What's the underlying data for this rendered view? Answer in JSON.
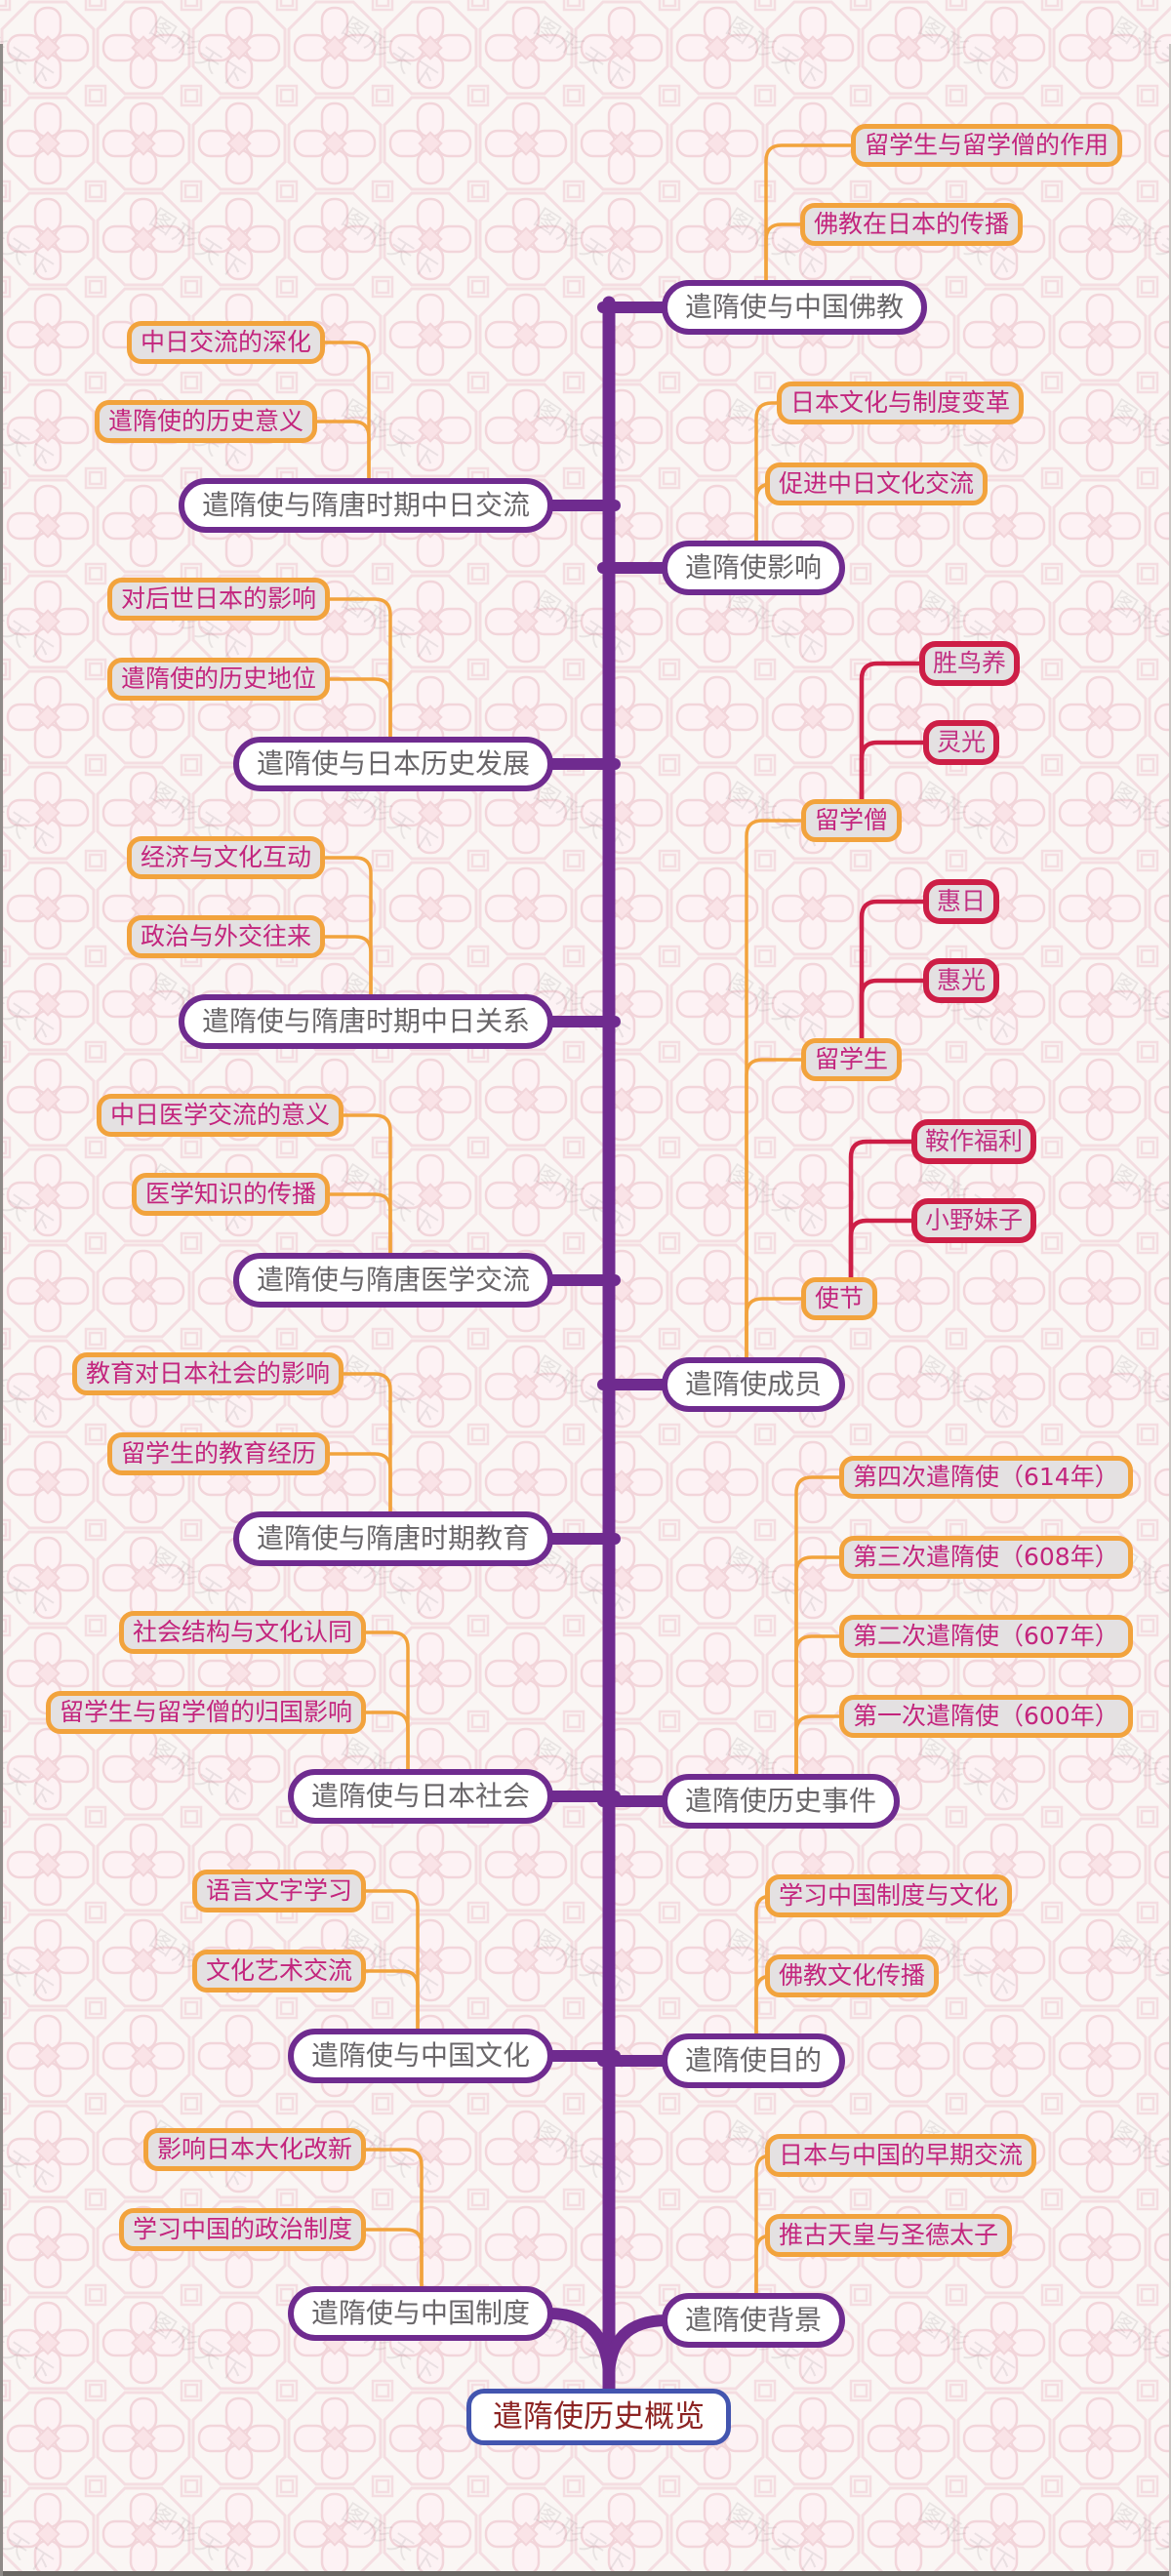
{
  "watermark": {
    "text": "图形天下"
  },
  "colors": {
    "background": "#faf6f4",
    "pattern_pink": "#f4dde1",
    "trunk_purple": "#6f2b8f",
    "branch_orange": "#f2a33d",
    "leaf_crimson": "#cd1e46",
    "leaf_background": "#e4e1e2",
    "leaf_text_magenta": "#c3257d",
    "level1_text_gray": "#696669",
    "root_border_blue": "#4355af",
    "root_text_darkred": "#8c2322"
  },
  "root": {
    "label": "遣隋使历史概览"
  },
  "branches": [
    {
      "side": "right",
      "label": "遣隋使与中国佛教",
      "children": [
        {
          "label": "留学生与留学僧的作用"
        },
        {
          "label": "佛教在日本的传播"
        }
      ]
    },
    {
      "side": "right",
      "label": "遣隋使影响",
      "children": [
        {
          "label": "日本文化与制度变革"
        },
        {
          "label": "促进中日文化交流"
        }
      ]
    },
    {
      "side": "right",
      "label": "遣隋使成员",
      "children": [
        {
          "label": "留学僧",
          "children": [
            {
              "label": "胜鸟养"
            },
            {
              "label": "灵光"
            }
          ]
        },
        {
          "label": "留学生",
          "children": [
            {
              "label": "惠日"
            },
            {
              "label": "惠光"
            }
          ]
        },
        {
          "label": "使节",
          "children": [
            {
              "label": "鞍作福利"
            },
            {
              "label": "小野妹子"
            }
          ]
        }
      ]
    },
    {
      "side": "right",
      "label": "遣隋使历史事件",
      "children": [
        {
          "label": "第四次遣隋使（614年）"
        },
        {
          "label": "第三次遣隋使（608年）"
        },
        {
          "label": "第二次遣隋使（607年）"
        },
        {
          "label": "第一次遣隋使（600年）"
        }
      ]
    },
    {
      "side": "right",
      "label": "遣隋使目的",
      "children": [
        {
          "label": "学习中国制度与文化"
        },
        {
          "label": "佛教文化传播"
        }
      ]
    },
    {
      "side": "right",
      "label": "遣隋使背景",
      "children": [
        {
          "label": "日本与中国的早期交流"
        },
        {
          "label": "推古天皇与圣德太子"
        }
      ]
    },
    {
      "side": "left",
      "label": "遣隋使与隋唐时期中日交流",
      "children": [
        {
          "label": "中日交流的深化"
        },
        {
          "label": "遣隋使的历史意义"
        }
      ]
    },
    {
      "side": "left",
      "label": "遣隋使与日本历史发展",
      "children": [
        {
          "label": "对后世日本的影响"
        },
        {
          "label": "遣隋使的历史地位"
        }
      ]
    },
    {
      "side": "left",
      "label": "遣隋使与隋唐时期中日关系",
      "children": [
        {
          "label": "经济与文化互动"
        },
        {
          "label": "政治与外交往来"
        }
      ]
    },
    {
      "side": "left",
      "label": "遣隋使与隋唐医学交流",
      "children": [
        {
          "label": "中日医学交流的意义"
        },
        {
          "label": "医学知识的传播"
        }
      ]
    },
    {
      "side": "left",
      "label": "遣隋使与隋唐时期教育",
      "children": [
        {
          "label": "教育对日本社会的影响"
        },
        {
          "label": "留学生的教育经历"
        }
      ]
    },
    {
      "side": "left",
      "label": "遣隋使与日本社会",
      "children": [
        {
          "label": "社会结构与文化认同"
        },
        {
          "label": "留学生与留学僧的归国影响"
        }
      ]
    },
    {
      "side": "left",
      "label": "遣隋使与中国文化",
      "children": [
        {
          "label": "语言文字学习"
        },
        {
          "label": "文化艺术交流"
        }
      ]
    },
    {
      "side": "left",
      "label": "遣隋使与中国制度",
      "children": [
        {
          "label": "影响日本大化改新"
        },
        {
          "label": "学习中国的政治制度"
        }
      ]
    }
  ]
}
